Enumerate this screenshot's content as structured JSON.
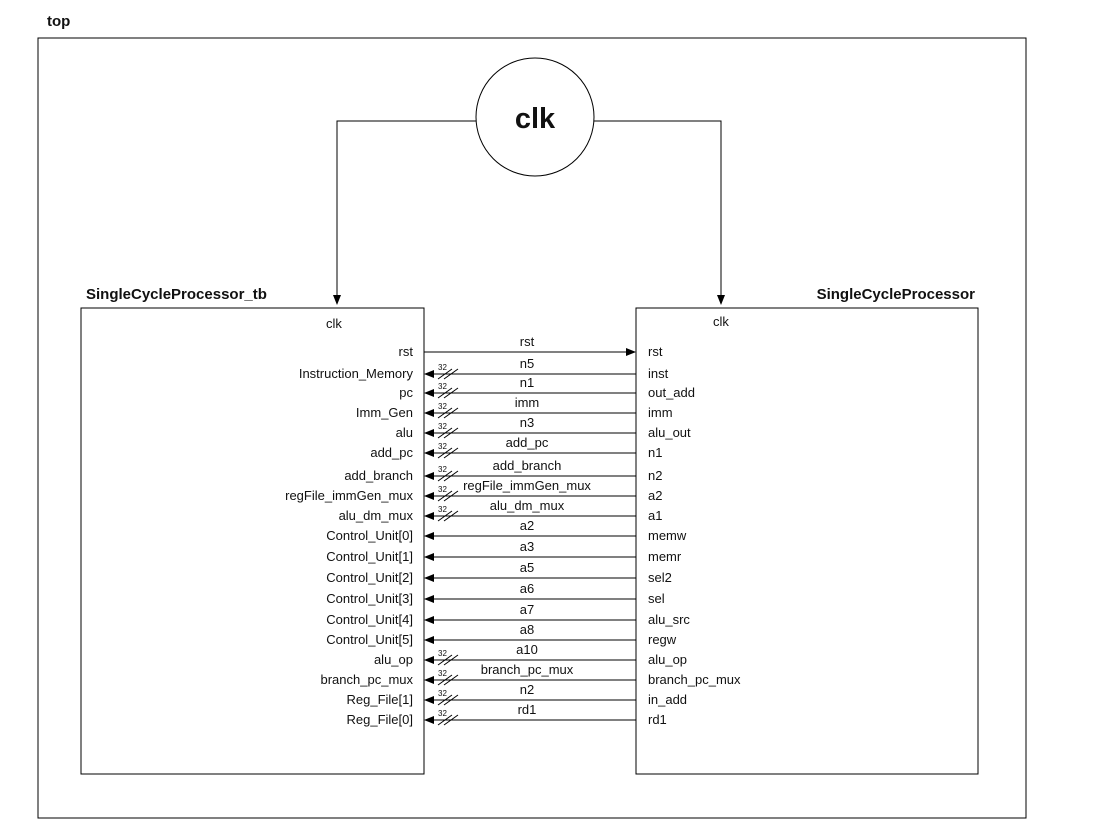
{
  "diagram": {
    "top_label": "top",
    "clock_label": "clk",
    "left_block": {
      "title": "SingleCycleProcessor_tb",
      "clk_label": "clk",
      "ports": [
        "rst",
        "Instruction_Memory",
        "pc",
        "Imm_Gen",
        "alu",
        "add_pc",
        "add_branch",
        "regFile_immGen_mux",
        "alu_dm_mux",
        "Control_Unit[0]",
        "Control_Unit[1]",
        "Control_Unit[2]",
        "Control_Unit[3]",
        "Control_Unit[4]",
        "Control_Unit[5]",
        "alu_op",
        "branch_pc_mux",
        "Reg_File[1]",
        "Reg_File[0]"
      ]
    },
    "right_block": {
      "title": "SingleCycleProcessor",
      "clk_label": "clk",
      "ports": [
        "rst",
        "inst",
        "out_add",
        "imm",
        "alu_out",
        "n1",
        "n2",
        "a2",
        "a1",
        "memw",
        "memr",
        "sel2",
        "sel",
        "alu_src",
        "regw",
        "alu_op",
        "branch_pc_mux",
        "in_add",
        "rd1"
      ]
    },
    "connections": [
      {
        "net": "rst",
        "direction": "to_right",
        "bus": ""
      },
      {
        "net": "n5",
        "direction": "to_left",
        "bus": "32"
      },
      {
        "net": "n1",
        "direction": "to_left",
        "bus": "32"
      },
      {
        "net": "imm",
        "direction": "to_left",
        "bus": "32"
      },
      {
        "net": "n3",
        "direction": "to_left",
        "bus": "32"
      },
      {
        "net": "add_pc",
        "direction": "to_left",
        "bus": "32"
      },
      {
        "net": "add_branch",
        "direction": "to_left",
        "bus": "32"
      },
      {
        "net": "regFile_immGen_mux",
        "direction": "to_left",
        "bus": "32"
      },
      {
        "net": "alu_dm_mux",
        "direction": "to_left",
        "bus": "32"
      },
      {
        "net": "a2",
        "direction": "to_left",
        "bus": ""
      },
      {
        "net": "a3",
        "direction": "to_left",
        "bus": ""
      },
      {
        "net": "a5",
        "direction": "to_left",
        "bus": ""
      },
      {
        "net": "a6",
        "direction": "to_left",
        "bus": ""
      },
      {
        "net": "a7",
        "direction": "to_left",
        "bus": ""
      },
      {
        "net": "a8",
        "direction": "to_left",
        "bus": ""
      },
      {
        "net": "a10",
        "direction": "to_left",
        "bus": "32"
      },
      {
        "net": "branch_pc_mux",
        "direction": "to_left",
        "bus": "32"
      },
      {
        "net": "n2",
        "direction": "to_left",
        "bus": "32"
      },
      {
        "net": "rd1",
        "direction": "to_left",
        "bus": "32"
      }
    ]
  }
}
